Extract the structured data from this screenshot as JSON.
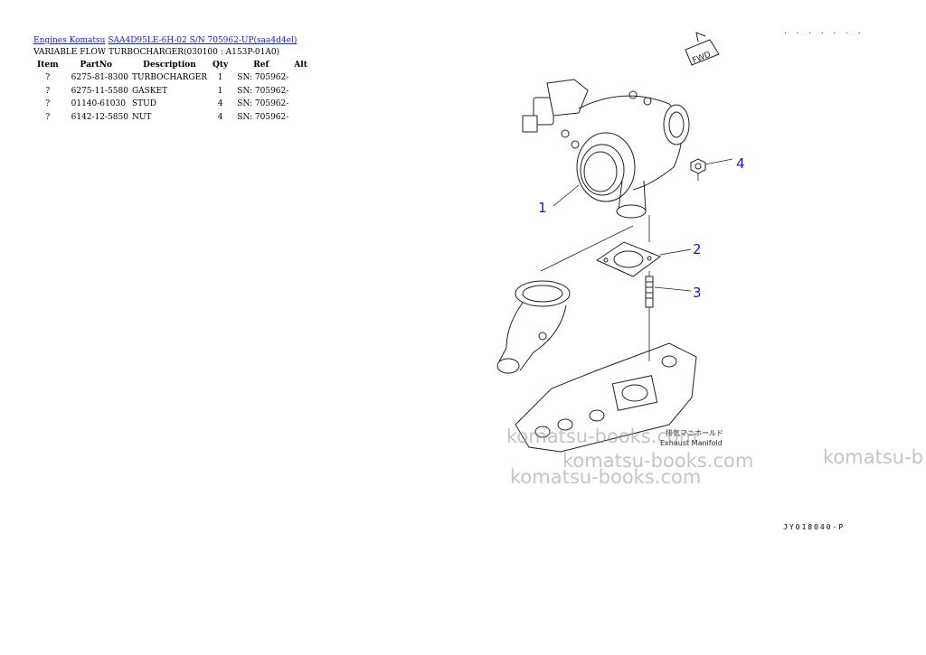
{
  "breadcrumb": {
    "engines": "Engines Komatsu",
    "model": "SAA4D95LE-6H-02 S/N 705962-UP(saa4d4el)"
  },
  "subtitle": "VARIABLE FLOW TURBOCHARGER(030100 : A153P-01A0)",
  "table": {
    "headers": [
      "Item",
      "PartNo",
      "Description",
      "Qty",
      "Ref",
      "Alt"
    ],
    "rows": [
      {
        "item": "?",
        "partno": "6275-81-8300",
        "description": "TURBOCHARGER",
        "qty": "1",
        "ref": "SN: 705962-",
        "alt": ""
      },
      {
        "item": "?",
        "partno": "6275-11-5580",
        "description": "GASKET",
        "qty": "1",
        "ref": "SN: 705962-",
        "alt": ""
      },
      {
        "item": "?",
        "partno": "01140-61030",
        "description": "STUD",
        "qty": "4",
        "ref": "SN: 705962-",
        "alt": ""
      },
      {
        "item": "?",
        "partno": "6142-12-5850",
        "description": "NUT",
        "qty": "4",
        "ref": "SN: 705962-",
        "alt": ""
      }
    ]
  },
  "diagram": {
    "fwd": "FWD",
    "callouts": [
      "1",
      "2",
      "3",
      "4"
    ],
    "manifold_label_jp": "排気マニホールド",
    "manifold_label_en": "Exhaust Manifold",
    "drawing_code": "JY018040-P",
    "top_dots": "· · · · · · ·"
  },
  "watermark": "komatsu-books.com",
  "watermark_partial": "komatsu-b",
  "colors": {
    "link": "#1a1ad6",
    "callout": "#1a1ad6",
    "watermark": "#969696"
  }
}
